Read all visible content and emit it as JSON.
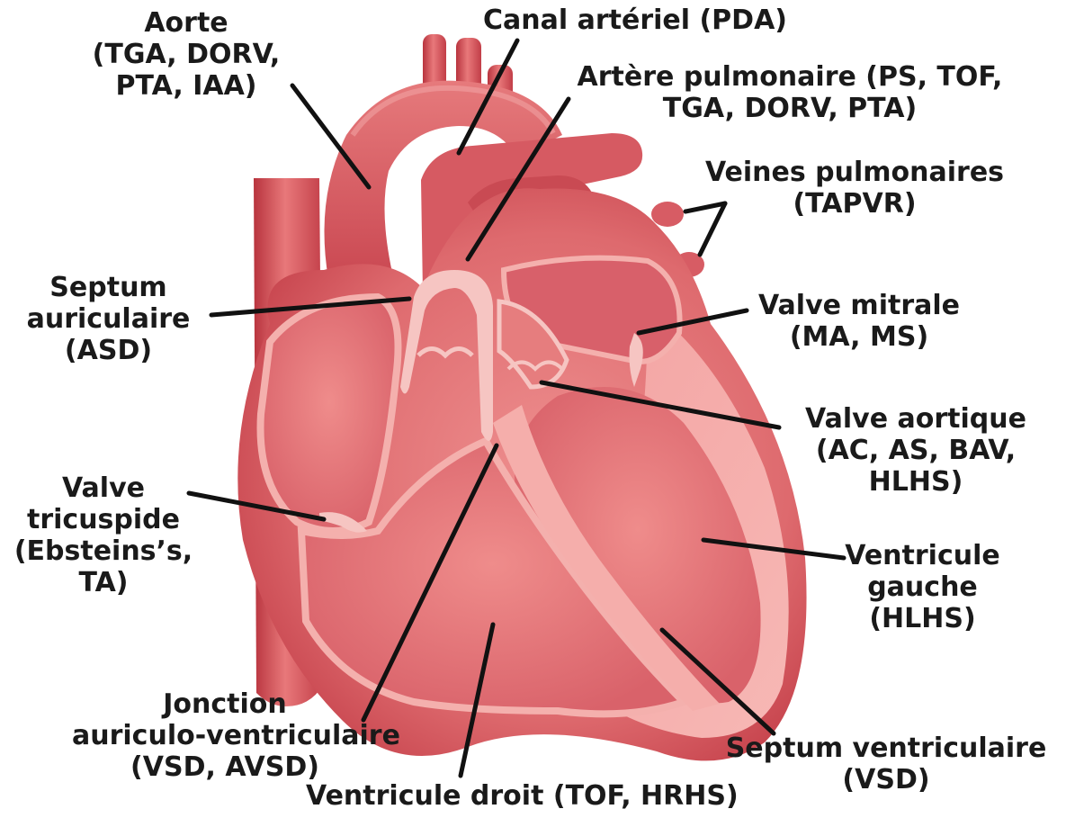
{
  "labels": {
    "aorte": [
      "Aorte",
      "(TGA, DORV,",
      "PTA, IAA)"
    ],
    "canal_arteriel": [
      "Canal artériel (PDA)"
    ],
    "artere_pulmonaire": [
      "Artère pulmonaire (PS, TOF,",
      "TGA, DORV, PTA)"
    ],
    "veines_pulmonaires": [
      "Veines pulmonaires",
      "(TAPVR)"
    ],
    "septum_auriculaire": [
      "Septum",
      "auriculaire",
      "(ASD)"
    ],
    "valve_mitrale": [
      "Valve mitrale",
      "(MA, MS)"
    ],
    "valve_aortique": [
      "Valve aortique",
      "(AC, AS, BAV,",
      "HLHS)"
    ],
    "valve_tricuspide": [
      "Valve",
      "tricuspide",
      "(Ebsteins’s,",
      "TA)"
    ],
    "ventricule_gauche": [
      "Ventricule",
      "gauche",
      "(HLHS)"
    ],
    "jonction_av": [
      "Jonction",
      "auriculo-ventriculaire",
      "(VSD, AVSD)"
    ],
    "septum_ventriculaire": [
      "Septum ventriculaire",
      "(VSD)"
    ],
    "ventricule_droit": [
      "Ventricule droit (TOF, HRHS)"
    ]
  },
  "colors": {
    "tissue_dark": "#c23e48",
    "tissue_mid": "#e06a6f",
    "tissue_light": "#f4a3a3",
    "chamber": "#e77b7c",
    "outline": "#f6c5c2",
    "leader_line": "#111111",
    "text": "#1a1a1a"
  }
}
